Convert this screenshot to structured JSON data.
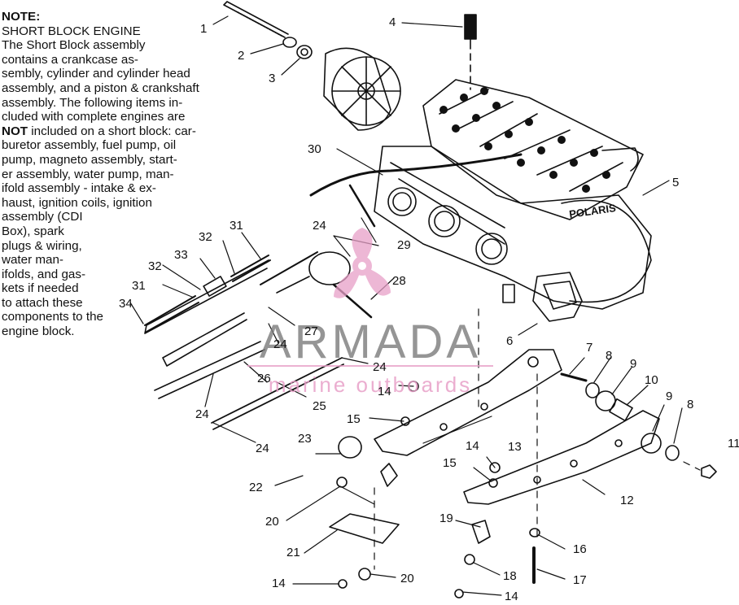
{
  "note": {
    "heading": "NOTE:",
    "title": "SHORT BLOCK ENGINE",
    "lines_before": [
      "The Short Block assembly",
      "contains a crankcase as-",
      "sembly, cylinder and cylinder head",
      "assembly, and a piston & crankshaft",
      "assembly.  The following items in-",
      "cluded with complete engines are"
    ],
    "not_word": "NOT",
    "not_rest": " included on a short block:  car-",
    "lines_after": [
      "buretor assembly, fuel pump, oil",
      "pump, magneto assembly, start-",
      "er assembly, water pump, man-",
      "ifold assembly - intake & ex-",
      "haust, ignition coils, ignition",
      "assembly (CDI",
      "Box), spark",
      "plugs & wiring,",
      "water man-",
      "ifolds, and gas-",
      "kets if needed",
      "to attach these",
      "components to the",
      "engine block."
    ]
  },
  "watermark": {
    "brand": "ARMADA",
    "tagline": "marine outboards",
    "colors": {
      "gray": "#7a7a7a",
      "pink": "#e8a0c8"
    }
  },
  "engine_brand": "POLARIS",
  "callouts": {
    "c1": "1",
    "c2": "2",
    "c3": "3",
    "c4": "4",
    "c5": "5",
    "c6": "6",
    "c7": "7",
    "c8a": "8",
    "c8b": "8",
    "c9a": "9",
    "c9b": "9",
    "c10": "10",
    "c11": "11",
    "c12": "12",
    "c13": "13",
    "c14a": "14",
    "c14b": "14",
    "c14c": "14",
    "c14d": "14",
    "c15a": "15",
    "c15b": "15",
    "c16": "16",
    "c17": "17",
    "c18": "18",
    "c19": "19",
    "c20a": "20",
    "c20b": "20",
    "c21": "21",
    "c22": "22",
    "c23": "23",
    "c24a": "24",
    "c24b": "24",
    "c24c": "24",
    "c24d": "24",
    "c24e": "24",
    "c25": "25",
    "c26": "26",
    "c27": "27",
    "c28": "28",
    "c29": "29",
    "c30": "30",
    "c31a": "31",
    "c31b": "31",
    "c32a": "32",
    "c32b": "32",
    "c33": "33",
    "c34": "34"
  }
}
